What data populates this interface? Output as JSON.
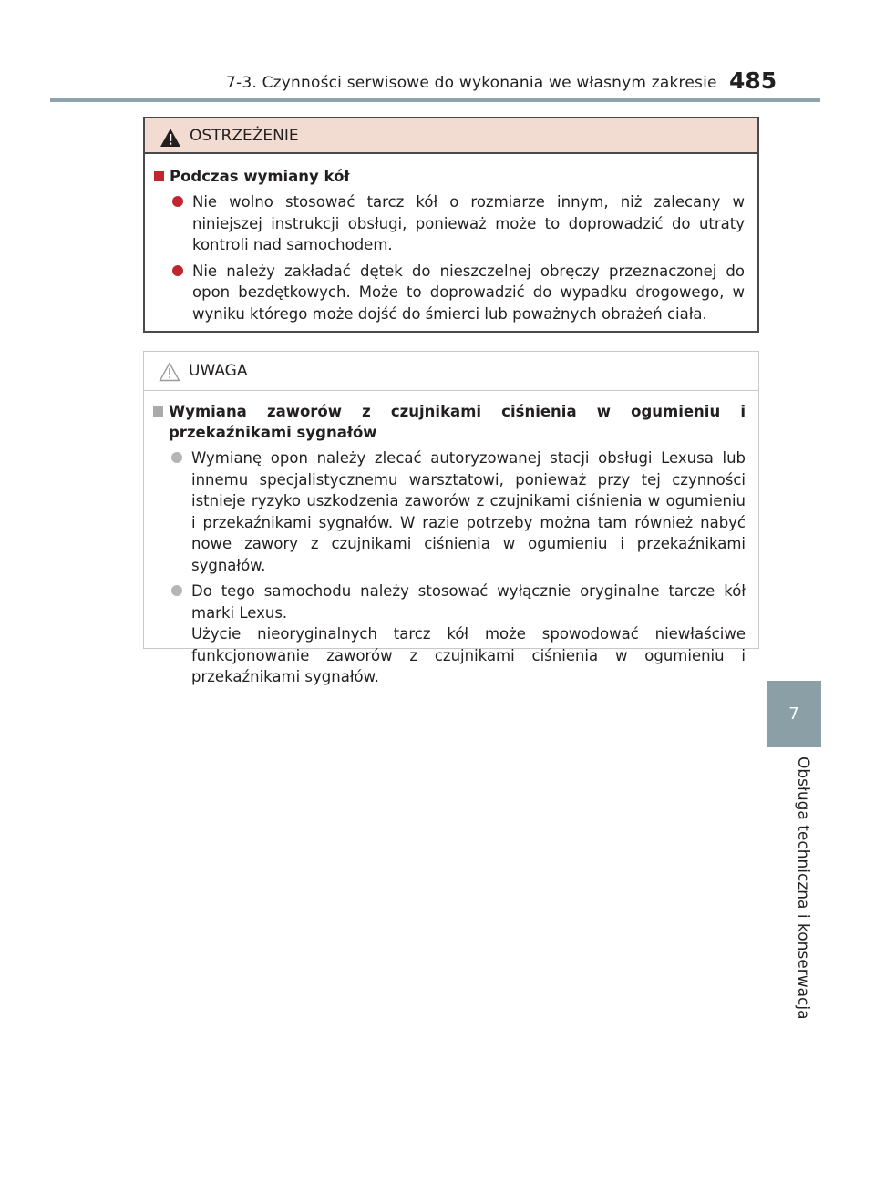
{
  "header": {
    "section_title": "7-3. Czynności serwisowe do wykonania we własnym zakresie",
    "page_number": "485"
  },
  "side_tab": {
    "chapter_number": "7",
    "chapter_title": "Obsługa techniczna i konserwacja"
  },
  "warning": {
    "title": "OSTRZEŻENIE",
    "icon": "warning-triangle-icon",
    "section_title": "Podczas wymiany kół",
    "items": [
      "Nie wolno stosować tarcz kół o rozmiarze innym, niż zalecany w niniejszej instrukcji obsługi, ponieważ może to doprowadzić do utraty kontroli nad samochodem.",
      "Nie należy zakładać dętek do nieszczelnej obręczy przeznaczonej do opon bezdętkowych. Może to doprowadzić do wypadku drogowego, w wyniku którego może dojść do śmierci lub poważnych obrażeń ciała."
    ]
  },
  "notice": {
    "title": "UWAGA",
    "icon": "caution-triangle-outline-icon",
    "section_title": "Wymiana zaworów z czujnikami ciśnienia w ogumieniu i przekaźnikami sygnałów",
    "items": [
      "Wymianę opon należy zlecać autoryzowanej stacji obsługi Lexusa lub innemu specjalistycznemu warsztatowi, ponieważ przy tej czynności istnieje ryzyko uszkodzenia zaworów z czujnikami ciśnienia w ogumieniu i przekaźnikami sygnałów. W razie potrzeby można tam również nabyć nowe zawory z czujnikami ciśnienia w ogumieniu i przekaźnikami sygnałów."
    ],
    "item2_line1": "Do tego samochodu należy stosować wyłącznie oryginalne tarcze kół marki Lexus.",
    "item2_line2": "Użycie nieoryginalnych tarcz kół może spowodować niewłaściwe funkcjonowanie zaworów z czujnikami ciśnienia w ogumieniu i przekaźnikami sygnałów."
  },
  "colors": {
    "warning_header_bg": "#f2dcd1",
    "warning_red": "#c0272d",
    "tab_blue_gray": "#8b9fa7"
  }
}
